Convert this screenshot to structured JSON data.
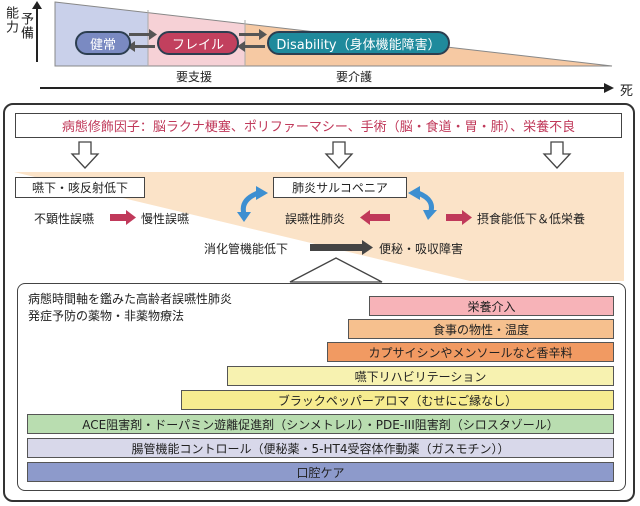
{
  "axis": {
    "capacity_label": "能力",
    "stage_labels": [
      "予",
      "備"
    ],
    "time_end_label": "死",
    "care_label_1": "要支援",
    "care_label_2": "要介護"
  },
  "stages": [
    {
      "label": "健常",
      "fill": "#7a8ac2"
    },
    {
      "label": "フレイル",
      "fill": "#c2405e"
    },
    {
      "label": "Disability（身体機能障害）",
      "fill": "#1f8a9c"
    }
  ],
  "colors": {
    "band_blue": "#c9d0ea",
    "band_pink": "#f6d1d6",
    "band_peach": "#f6c9a3",
    "accent_pink": "#c0395a",
    "cycle_blue": "#3d8fd1",
    "orange_bg": "#fbe3c8"
  },
  "modifiers": {
    "text": "病態修飾因子：脳ラクナ梗塞、ポリファーマシー、手術（脳・食道・胃・肺）、栄養不良"
  },
  "mechanism": {
    "box_left": "嚥下・咳反射低下",
    "box_center": "肺炎サルコペニア",
    "node_a": "不顕性誤嚥",
    "node_b": "慢性誤嚥",
    "node_c": "誤嚥性肺炎",
    "node_d": "摂食能低下＆低栄養",
    "node_e": "消化管機能低下",
    "node_f": "便秘・吸収障害"
  },
  "pyramid": {
    "title": "病態時間軸を鑑みた高齢者誤嚥性肺炎\n発症予防の薬物・非薬物療法",
    "steps": [
      {
        "label": "栄養介入",
        "color": "#f7b3b8"
      },
      {
        "label": "食事の物性・温度",
        "color": "#f6c08e"
      },
      {
        "label": "カプサイシンやメンソールなど香辛料",
        "color": "#f19a62"
      },
      {
        "label": "嚥下リハビリテーション",
        "color": "#f7f2b0"
      },
      {
        "label": "ブラックペッパーアロマ（むせにご縁なし）",
        "color": "#f7ec90"
      },
      {
        "label": "ACE阻害剤・ドーパミン遊離促進剤（シンメトレル）・PDE-III阻害剤（シロスタゾール）",
        "color": "#b9ddb0"
      },
      {
        "label": "腸管機能コントロール（便秘薬・5-HT4受容体作動薬（ガスモチン））",
        "color": "#d8d8ea"
      },
      {
        "label": "口腔ケア",
        "color": "#8d9acb"
      }
    ]
  }
}
